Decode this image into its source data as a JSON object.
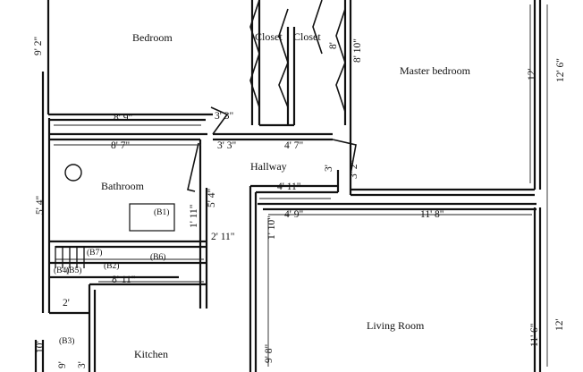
{
  "rooms": {
    "bedroom": "Bedroom",
    "closet_1": "Closet",
    "closet_2": "Closet",
    "master_bedroom": "Master bedroom",
    "hallway": "Hallway",
    "bathroom": "Bathroom",
    "living_room": "Living Room",
    "kitchen": "Kitchen"
  },
  "dimensions": {
    "bedroom_height": "9' 2\"",
    "closet_depth": "8' 10\"",
    "closet_small": "8'",
    "master_width_a": "12'",
    "master_width_b": "12' 6\"",
    "bedroom_width": "8' 9\"",
    "hall_nook": "3' 3\"",
    "bath_width": "8' 7\"",
    "hall_a": "3' 3\"",
    "hall_b": "4' 7\"",
    "hall_door_a": "3'",
    "hall_door_b": "3' 2\"",
    "bath_height": "5' 4\"",
    "bath_side": "5' 4\"",
    "hall_lower": "4' 11\"",
    "living_a": "4' 9\"",
    "living_b": "11' 8\"",
    "closet_side": "1' 11\"",
    "closet_side_b": "2' 11\"",
    "living_left": "1' 10\"",
    "kitchen_width": "8' 11\"",
    "living_height": "11' 6\"",
    "living_right": "12'",
    "kitchen_left": "10'",
    "kitchen_mid": "9'",
    "kitchen_small": "3'",
    "living_mid": "9' 8\"",
    "kitchen_two": "2'"
  },
  "fixtures": {
    "b1": "(B1)",
    "b2": "(B2)",
    "b3": "(B3)",
    "b4": "(B4)",
    "b5": "(B5)",
    "b6": "(B6)",
    "b7": "(B7)"
  }
}
